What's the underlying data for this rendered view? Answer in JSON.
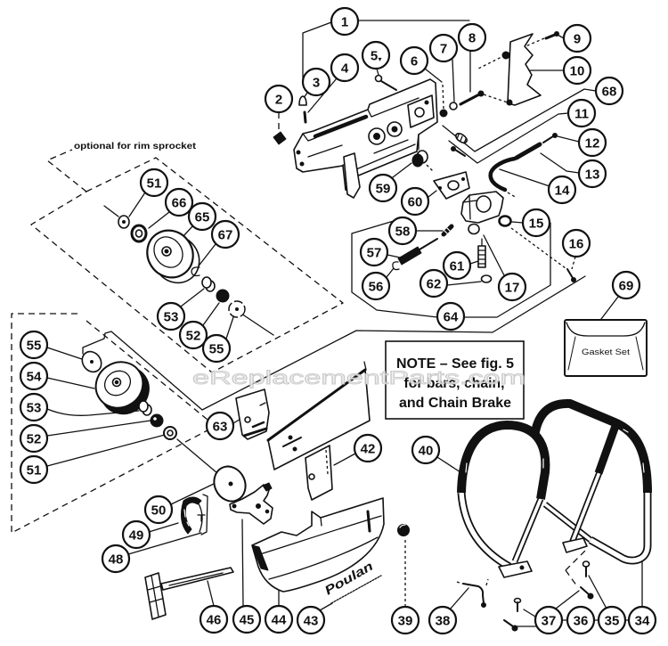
{
  "diagram": {
    "watermark": "eReplacementParts.com",
    "annotations": {
      "rim_sprocket_note": "optional for rim sprocket",
      "note_box": {
        "lines": [
          "NOTE – See fig. 5",
          "for bars, chain,",
          "and Chain Brake"
        ]
      },
      "gasket_set_label": "Gasket Set",
      "brand_logo": "Poulan"
    },
    "callouts": [
      {
        "label": "1"
      },
      {
        "label": "2"
      },
      {
        "label": "3"
      },
      {
        "label": "4"
      },
      {
        "label": "5",
        "suffix": "▾"
      },
      {
        "label": "6"
      },
      {
        "label": "7"
      },
      {
        "label": "8"
      },
      {
        "label": "9"
      },
      {
        "label": "10"
      },
      {
        "label": "68"
      },
      {
        "label": "11"
      },
      {
        "label": "12"
      },
      {
        "label": "13"
      },
      {
        "label": "14"
      },
      {
        "label": "15"
      },
      {
        "label": "16"
      },
      {
        "label": "17"
      },
      {
        "label": "59"
      },
      {
        "label": "60"
      },
      {
        "label": "58"
      },
      {
        "label": "57"
      },
      {
        "label": "56"
      },
      {
        "label": "61"
      },
      {
        "label": "62"
      },
      {
        "label": "64"
      },
      {
        "label": "69"
      },
      {
        "label": "51"
      },
      {
        "label": "66"
      },
      {
        "label": "65"
      },
      {
        "label": "67"
      },
      {
        "label": "53"
      },
      {
        "label": "52"
      },
      {
        "label": "55"
      },
      {
        "label": "55"
      },
      {
        "label": "54"
      },
      {
        "label": "53"
      },
      {
        "label": "52"
      },
      {
        "label": "51"
      },
      {
        "label": "63"
      },
      {
        "label": "42"
      },
      {
        "label": "40"
      },
      {
        "label": "50"
      },
      {
        "label": "49"
      },
      {
        "label": "48"
      },
      {
        "label": "46"
      },
      {
        "label": "45"
      },
      {
        "label": "44"
      },
      {
        "label": "43"
      },
      {
        "label": "39"
      },
      {
        "label": "38"
      },
      {
        "label": "37"
      },
      {
        "label": "36"
      },
      {
        "label": "35"
      },
      {
        "label": "34"
      }
    ]
  }
}
